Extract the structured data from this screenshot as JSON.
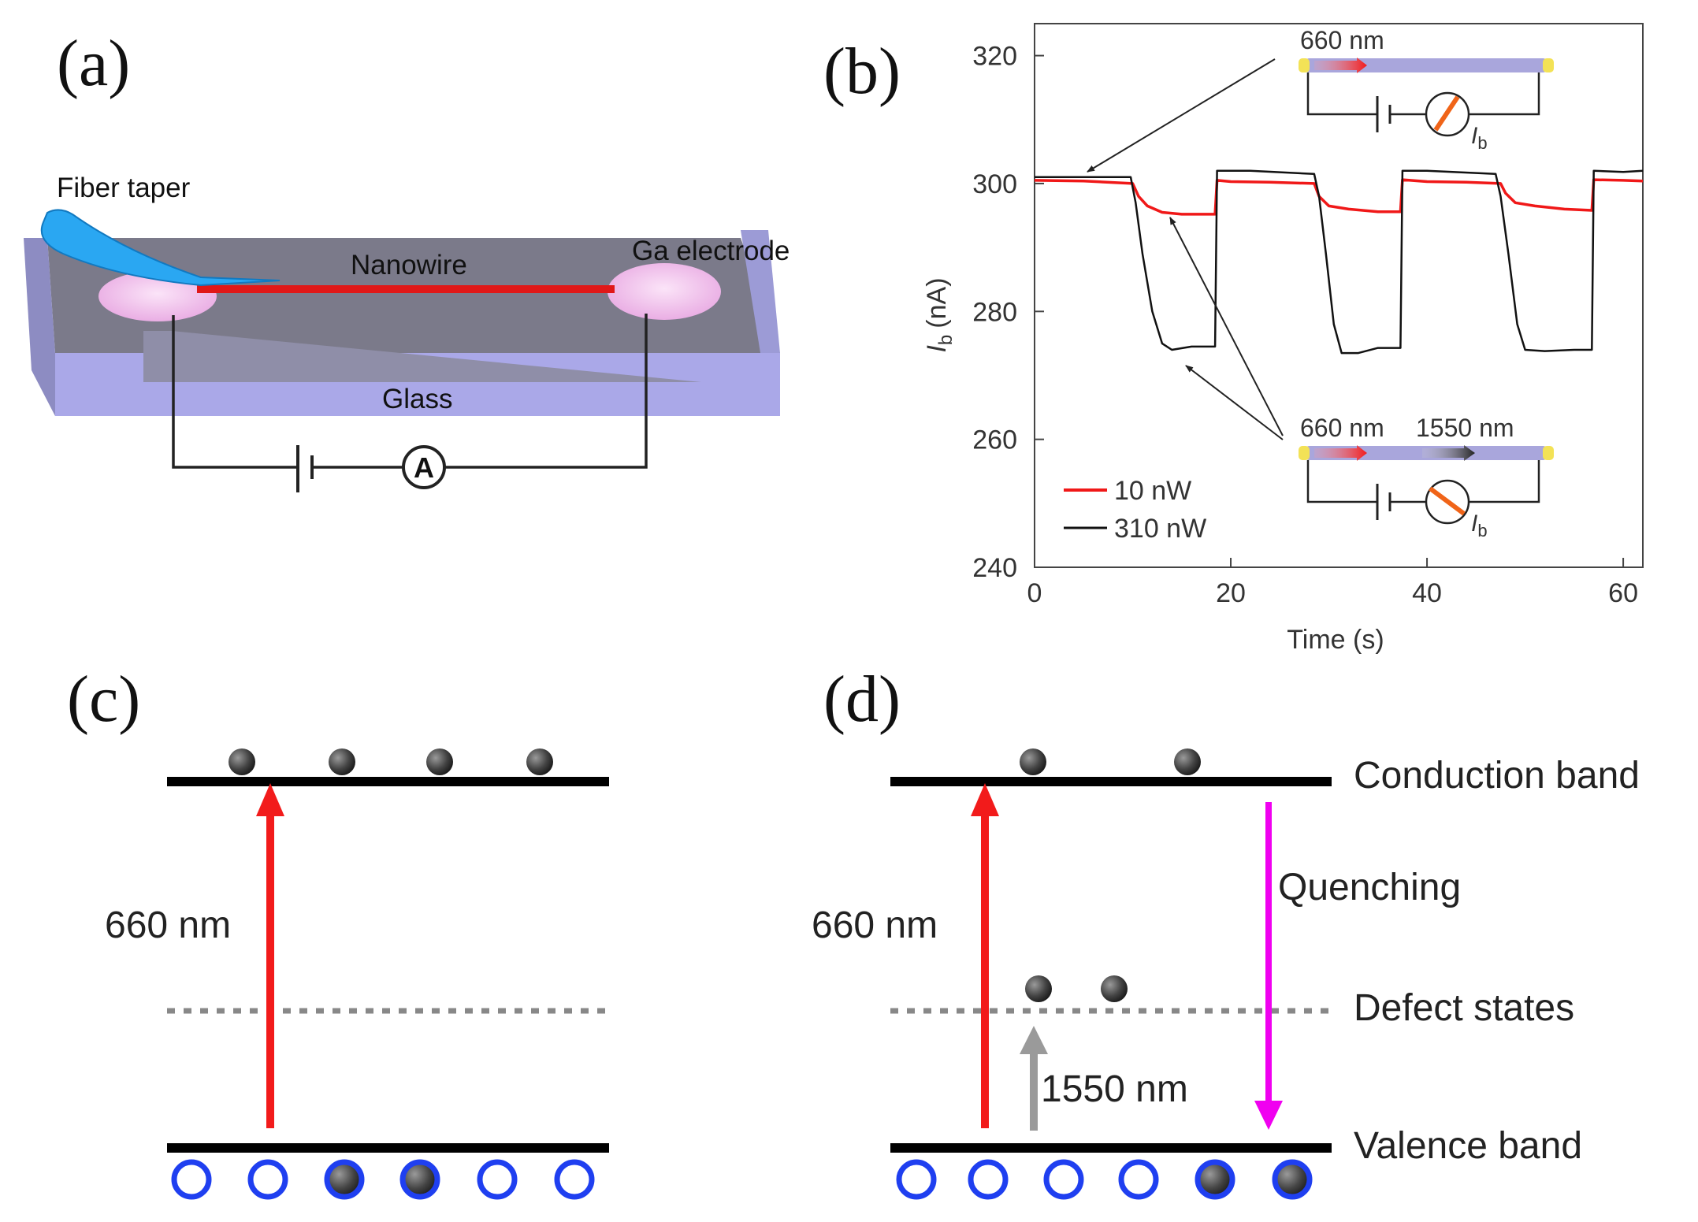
{
  "panels": {
    "a": {
      "label": "(a)",
      "fiber_label": "Fiber taper",
      "nanowire_label": "Nanowire",
      "electrode_label": "Ga electrode",
      "glass_label": "Glass",
      "meter_symbol": "A"
    },
    "b": {
      "label": "(b)",
      "inset_top": {
        "wavelength": "660 nm",
        "current_label": "I",
        "current_sub": "b"
      },
      "inset_bottom": {
        "wavelength_1": "660 nm",
        "wavelength_2": "1550 nm",
        "current_label": "I",
        "current_sub": "b"
      }
    },
    "c": {
      "label": "(c)",
      "excitation_label": "660 nm"
    },
    "d": {
      "label": "(d)",
      "excitation_label": "660 nm",
      "ir_label": "1550 nm",
      "quenching_label": "Quenching",
      "conduction_label": "Conduction band",
      "defect_label": "Defect states",
      "valence_label": "Valence band"
    }
  },
  "colors": {
    "red_arrow": "#f21b1b",
    "magenta_arrow": "#f000f0",
    "gray_arrow": "#9a9a9a",
    "hole_ring": "#1f3ff0",
    "glass": "#a9a8e6",
    "glass_dark": "#7b7a8a",
    "electrode": "#f3c8ef",
    "nanowire": "#e01818",
    "fiber": "#2aa7f2",
    "trace_10nW": "#f01818",
    "trace_310nW": "#111111"
  },
  "chart_data": {
    "type": "line",
    "title": "",
    "xlabel": "Time (s)",
    "ylabel_main": "I",
    "ylabel_sub": "b",
    "ylabel_unit": "(nA)",
    "xlim": [
      0,
      62
    ],
    "ylim": [
      240,
      325
    ],
    "xticks": [
      0,
      20,
      40,
      60
    ],
    "yticks": [
      240,
      260,
      280,
      300,
      320
    ],
    "legend": "bottom-left",
    "grid": false,
    "series": [
      {
        "name": "10 nW",
        "color": "#f01818",
        "x": [
          0,
          5,
          10,
          10.6,
          11.5,
          13,
          15,
          18.4,
          18.6,
          20,
          24,
          28.5,
          29,
          30,
          32,
          35,
          37.3,
          37.5,
          40,
          44,
          47.5,
          48,
          49,
          51,
          54,
          56.8,
          57,
          60,
          62
        ],
        "y": [
          300.5,
          300.4,
          300,
          298,
          296.5,
          295.5,
          295.2,
          295.2,
          300.5,
          300.3,
          300.2,
          300,
          298,
          296.5,
          296,
          295.6,
          295.6,
          300.6,
          300.3,
          300.2,
          300,
          298.5,
          297,
          296.5,
          296,
          295.8,
          300.6,
          300.5,
          300.4
        ]
      },
      {
        "name": "310 nW",
        "color": "#111111",
        "x": [
          0,
          5,
          9.8,
          10.3,
          11,
          12,
          13,
          14,
          16,
          18.4,
          18.6,
          22,
          28.5,
          29,
          29.7,
          30.5,
          31.3,
          33,
          35,
          37.3,
          37.5,
          40,
          47,
          47.5,
          48.3,
          49.2,
          50,
          52,
          55,
          56.8,
          57,
          60,
          62
        ],
        "y": [
          301,
          301,
          301,
          297,
          289,
          280,
          275,
          274,
          274.5,
          274.5,
          302,
          302,
          301.5,
          298,
          289,
          278,
          273.5,
          273.5,
          274.3,
          274.3,
          302,
          302,
          301.5,
          298,
          289,
          278,
          274,
          273.8,
          274,
          274,
          302,
          301.8,
          302
        ]
      }
    ]
  }
}
